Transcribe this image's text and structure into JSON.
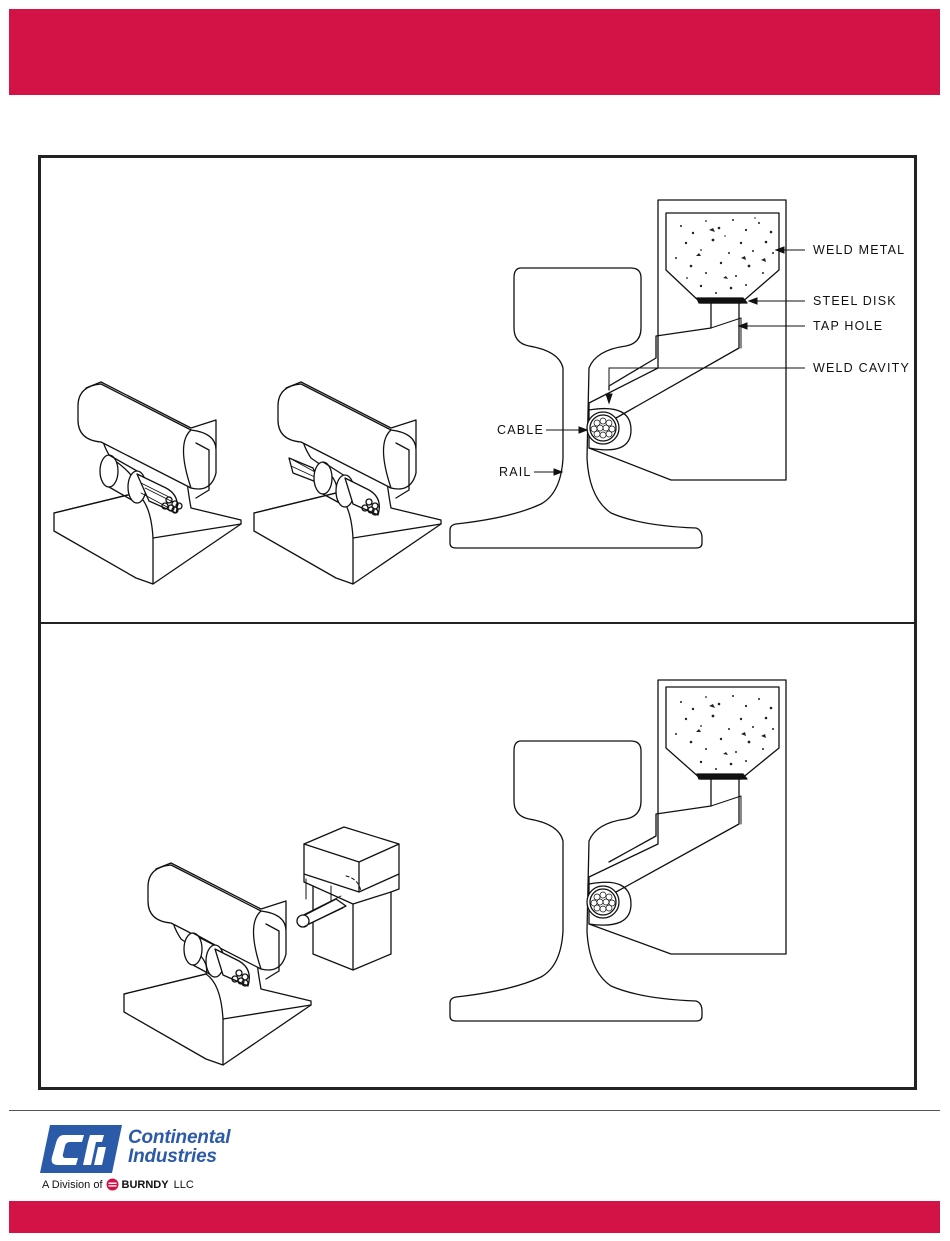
{
  "colors": {
    "brand_red": "#d31245",
    "logo_blue": "#2b5aa8",
    "line": "#111111"
  },
  "diagram": {
    "labels": {
      "weld_metal": "WELD METAL",
      "steel_disk": "STEEL DISK",
      "tap_hole": "TAP HOLE",
      "weld_cavity": "WELD CAVITY",
      "cable": "CABLE",
      "rail": "RAIL"
    }
  },
  "footer": {
    "company_line1": "Continental",
    "company_line2": "Industries",
    "division_prefix": "A Division of",
    "parent_name": "BURNDY",
    "parent_suffix": "LLC"
  }
}
